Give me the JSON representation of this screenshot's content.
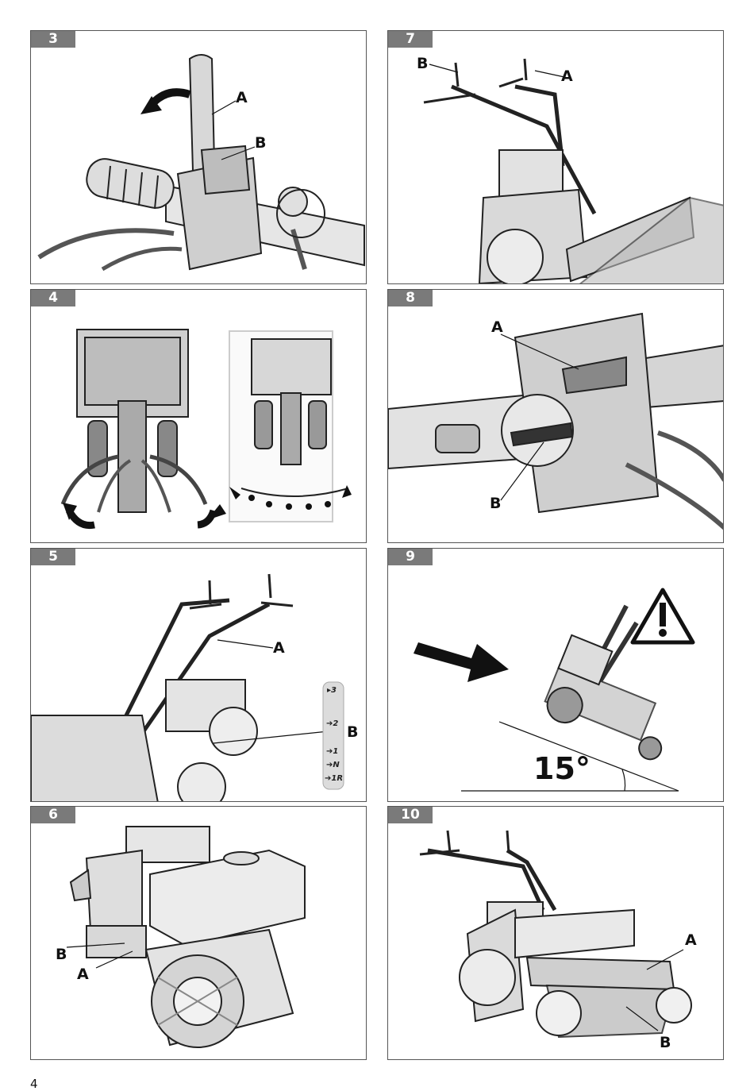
{
  "panels": {
    "p3": {
      "number": "3",
      "label_a": "A",
      "label_b": "B"
    },
    "p7": {
      "number": "7",
      "label_a": "A",
      "label_b": "B"
    },
    "p4": {
      "number": "4"
    },
    "p8": {
      "number": "8",
      "label_a": "A",
      "label_b": "B"
    },
    "p5": {
      "number": "5",
      "label_a": "A",
      "label_b": "B",
      "gears": [
        "▸3",
        "➔2",
        "➔1",
        "➔N",
        "➔1R"
      ]
    },
    "p9": {
      "number": "9",
      "angle": "15°"
    },
    "p6": {
      "number": "6",
      "label_a": "A",
      "label_b": "B"
    },
    "p10": {
      "number": "10",
      "label_a": "A",
      "label_b": "B"
    }
  },
  "page_number": "4"
}
